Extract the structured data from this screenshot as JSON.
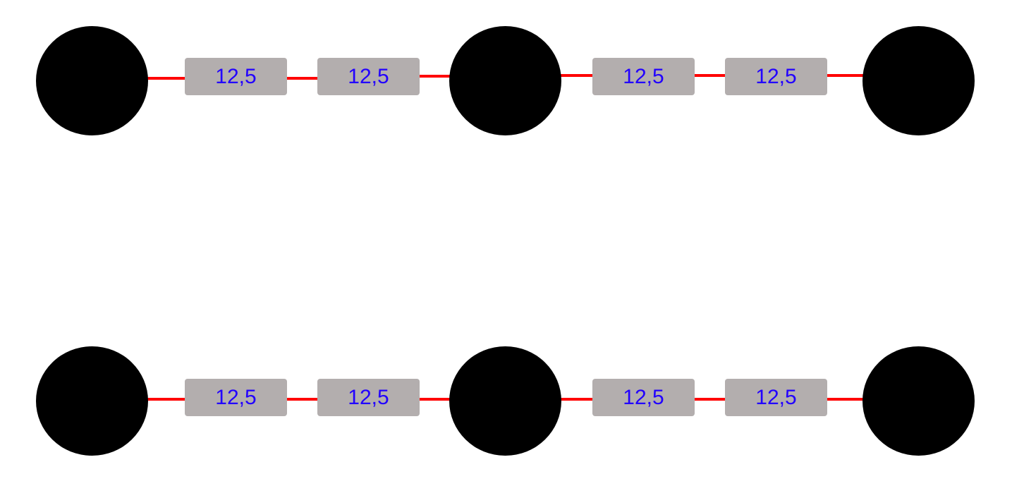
{
  "colors": {
    "node": "#000000",
    "connector": "#ff0000",
    "label_background": "#b3aeae",
    "label_text": "#2200ff",
    "background": "#ffffff"
  },
  "rows": [
    {
      "labels": [
        "12,5",
        "12,5",
        "12,5",
        "12,5"
      ]
    },
    {
      "labels": [
        "12,5",
        "12,5",
        "12,5",
        "12,5"
      ]
    }
  ]
}
